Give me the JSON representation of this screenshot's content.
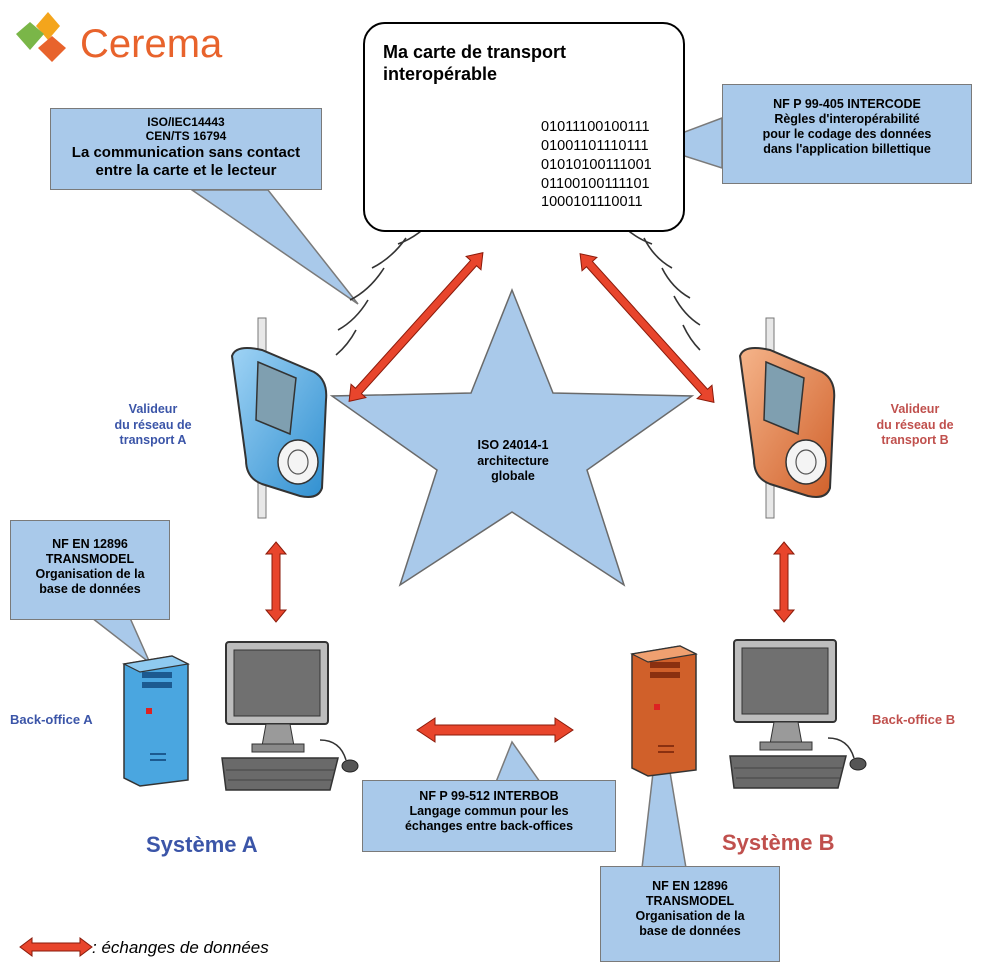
{
  "logo": {
    "text": "Cerema",
    "color": "#e8632c"
  },
  "card": {
    "title_line1": "Ma carte de transport",
    "title_line2": "interopérable",
    "bits": [
      "01011100100111",
      "01001101110111",
      "01010100111001",
      "01100100111101",
      "1000101110011"
    ]
  },
  "callouts": {
    "iso14443": [
      "ISO/IEC14443",
      "CEN/TS 16794",
      "La communication sans contact",
      "entre la carte et le lecteur"
    ],
    "intercode": [
      "NF P 99-405 INTERCODE",
      "Règles d'interopérabilité",
      "pour le codage des données",
      "dans l'application billettique"
    ],
    "transmodel_a": [
      "NF EN 12896",
      "TRANSMODEL",
      "Organisation de la",
      "base de données"
    ],
    "interbob": [
      "NF P 99-512 INTERBOB",
      "Langage commun pour les",
      "échanges entre back-offices"
    ],
    "transmodel_b": [
      "NF EN 12896",
      "TRANSMODEL",
      "Organisation de la",
      "base de données"
    ]
  },
  "star": {
    "lines": [
      "ISO 24014-1",
      "architecture",
      "globale"
    ]
  },
  "validator_a": {
    "lines": [
      "Valideur",
      "du réseau de",
      "transport  A"
    ]
  },
  "validator_b": {
    "lines": [
      "Valideur",
      "du réseau de",
      "transport  B"
    ]
  },
  "backoffice_a": "Back-office  A",
  "backoffice_b": "Back-office  B",
  "system_a": "Système  A",
  "system_b": "Système  B",
  "legend": ": échanges de données",
  "colors": {
    "system_a": "#3b55a8",
    "system_b": "#c0504d",
    "callout_fill": "#a9c9ea",
    "arrow": "#e8452c",
    "validator_a": "#4aa6e0",
    "validator_b": "#e8763a"
  }
}
